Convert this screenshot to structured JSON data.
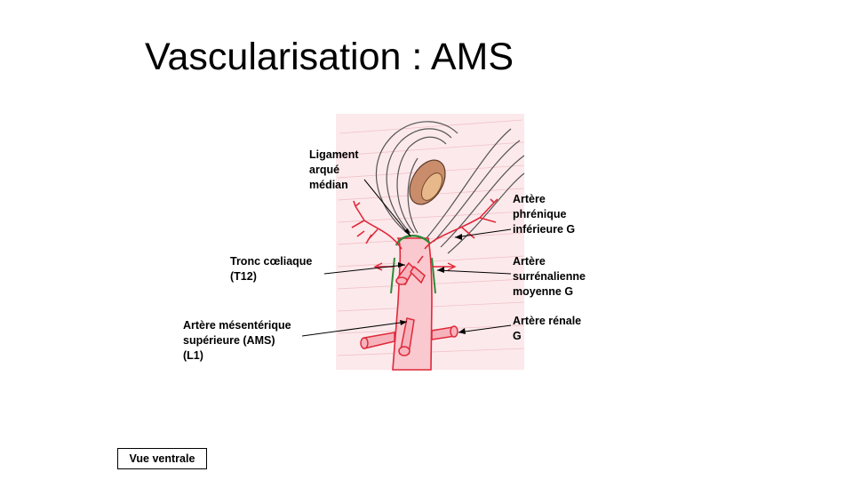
{
  "slide": {
    "title": "Vascularisation : AMS",
    "view_label": "Vue ventrale"
  },
  "labels": {
    "ligament": [
      "Ligament",
      "arqué",
      "médian"
    ],
    "phrenique": [
      "Artère",
      "phrénique",
      "inférieure G"
    ],
    "tronc": [
      "Tronc cœliaque",
      "(T12)"
    ],
    "surrenalienne": [
      "Artère",
      "surrénalienne",
      "moyenne G"
    ],
    "ams": [
      "Artère mésentérique",
      "supérieure (AMS)",
      "(L1)"
    ],
    "renale": [
      "Artère rénale",
      "G"
    ]
  },
  "colors": {
    "artery": "#e0283a",
    "artery_fill": "#f6b3bc",
    "background_wash": "#fbe3e6",
    "ligament": "#2f8a3a",
    "crura": "#555555"
  }
}
